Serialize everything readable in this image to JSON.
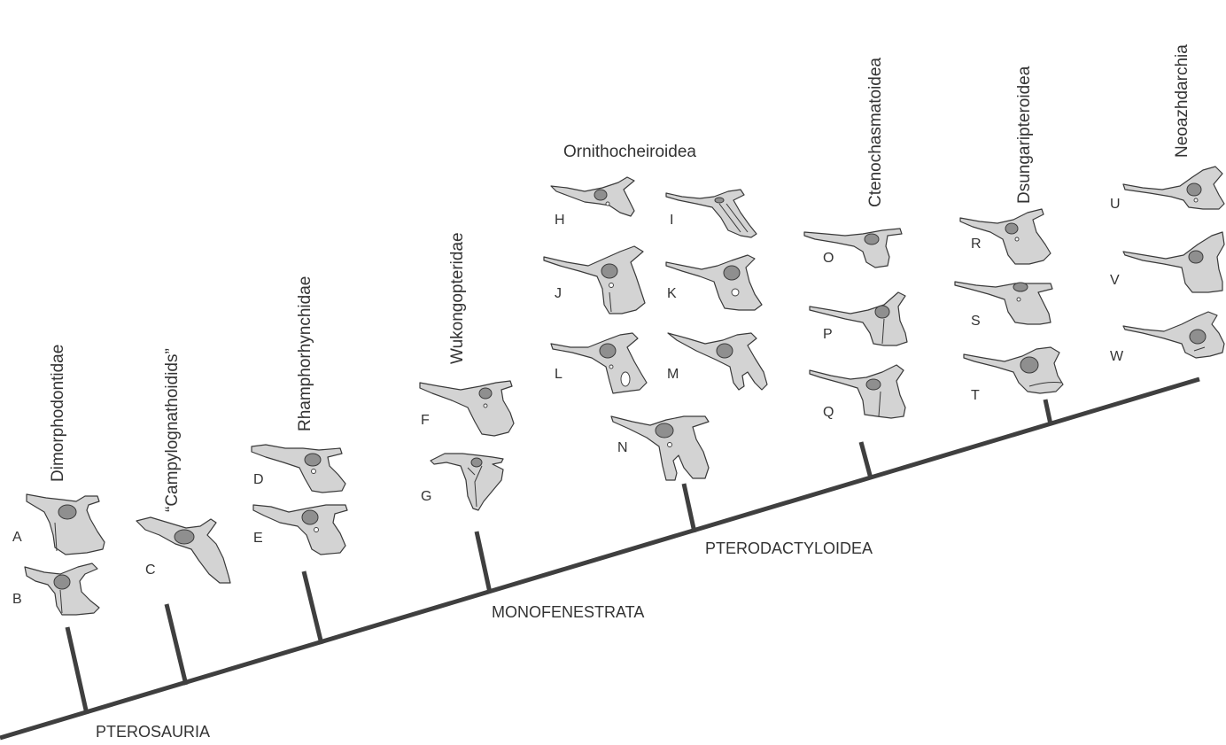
{
  "colors": {
    "background": "#ffffff",
    "branch": "#3f3f3f",
    "bone_fill": "#d3d3d3",
    "fossa_fill": "#8f8f8f",
    "text": "#333333"
  },
  "nodes": {
    "pterosauria": "PTEROSAURIA",
    "monofenestrata": "MONOFENESTRATA",
    "pterodactyloidea": "PTERODACTYLOIDEA"
  },
  "clades": {
    "dimorphodontidae": "Dimorphodontidae",
    "campylognathoidids": "“Campylognathoidids”",
    "rhamphorhynchidae": "Rhamphorhynchidae",
    "wukongopteridae": "Wukongopteridae",
    "ornithocheiroidea": "Ornithocheiroidea",
    "ctenochasmatoidea": "Ctenochasmatoidea",
    "dsungaripteroidea": "Dsungaripteroidea",
    "neoazhdarchia": "Neoazhdarchia"
  },
  "specimens": {
    "A": "A",
    "B": "B",
    "C": "C",
    "D": "D",
    "E": "E",
    "F": "F",
    "G": "G",
    "H": "H",
    "I": "I",
    "J": "J",
    "K": "K",
    "L": "L",
    "M": "M",
    "N": "N",
    "O": "O",
    "P": "P",
    "Q": "Q",
    "R": "R",
    "S": "S",
    "T": "T",
    "U": "U",
    "V": "V",
    "W": "W"
  }
}
